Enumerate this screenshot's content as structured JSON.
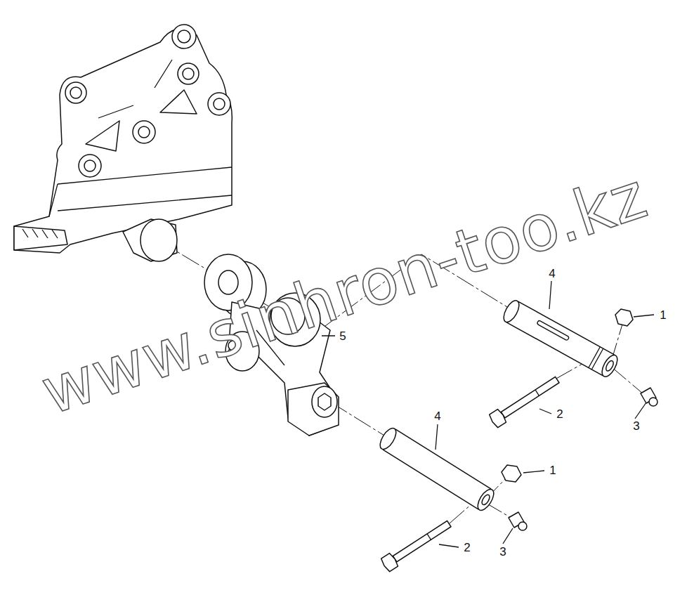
{
  "diagram": {
    "labels": [
      "4",
      "1",
      "5",
      "2",
      "3",
      "4",
      "1",
      "2",
      "3",
      "www.sinhron-too.kz"
    ]
  }
}
